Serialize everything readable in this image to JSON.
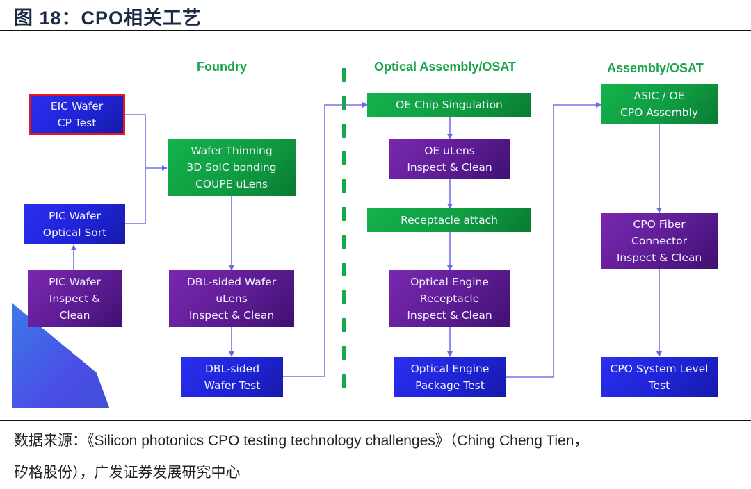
{
  "figure": {
    "title": "图  18：CPO相关工艺"
  },
  "sections": {
    "foundry": "Foundry",
    "optical_assembly": "Optical Assembly/OSAT",
    "assembly": "Assembly/OSAT"
  },
  "boxes": {
    "eic_wafer_cp_test": "EIC Wafer\nCP Test",
    "pic_wafer_optical_sort": "PIC Wafer\nOptical  Sort",
    "pic_wafer_inspect_clean": "PIC Wafer\nInspect &\nClean",
    "wafer_thinning": "Wafer Thinning\n3D SoIC bonding\nCOUPE uLens",
    "dbl_sided_wafer_ulens": "DBL-sided Wafer\nuLens\nInspect & Clean",
    "dbl_sided_wafer_test": "DBL-sided\nWafer Test",
    "oe_chip_singulation": "OE Chip Singulation",
    "oe_ulens_inspect_clean": "OE uLens\nInspect & Clean",
    "receptacle_attach": "Receptacle attach",
    "optical_engine_receptacle": "Optical Engine\nReceptacle\nInspect & Clean",
    "optical_engine_package_test": "Optical Engine\nPackage Test",
    "asic_oe_cpo_assembly": "ASIC / OE\nCPO Assembly",
    "cpo_fiber_connector": "CPO Fiber\nConnector\nInspect & Clean",
    "cpo_system_level_test": "CPO System Level\nTest"
  },
  "colors": {
    "test_box": "#2326e0",
    "process_box": "#12a444",
    "inspect_box": "#5d1c94",
    "highlight_border": "#e8141e",
    "connector": "#6a6ae6",
    "section_heading": "#1aa34a",
    "divider": "#18a850"
  },
  "source": {
    "line1": "数据来源：《Silicon photonics CPO testing technology challenges》（Ching Cheng Tien，",
    "line2": "矽格股份），广发证券发展研究中心"
  }
}
